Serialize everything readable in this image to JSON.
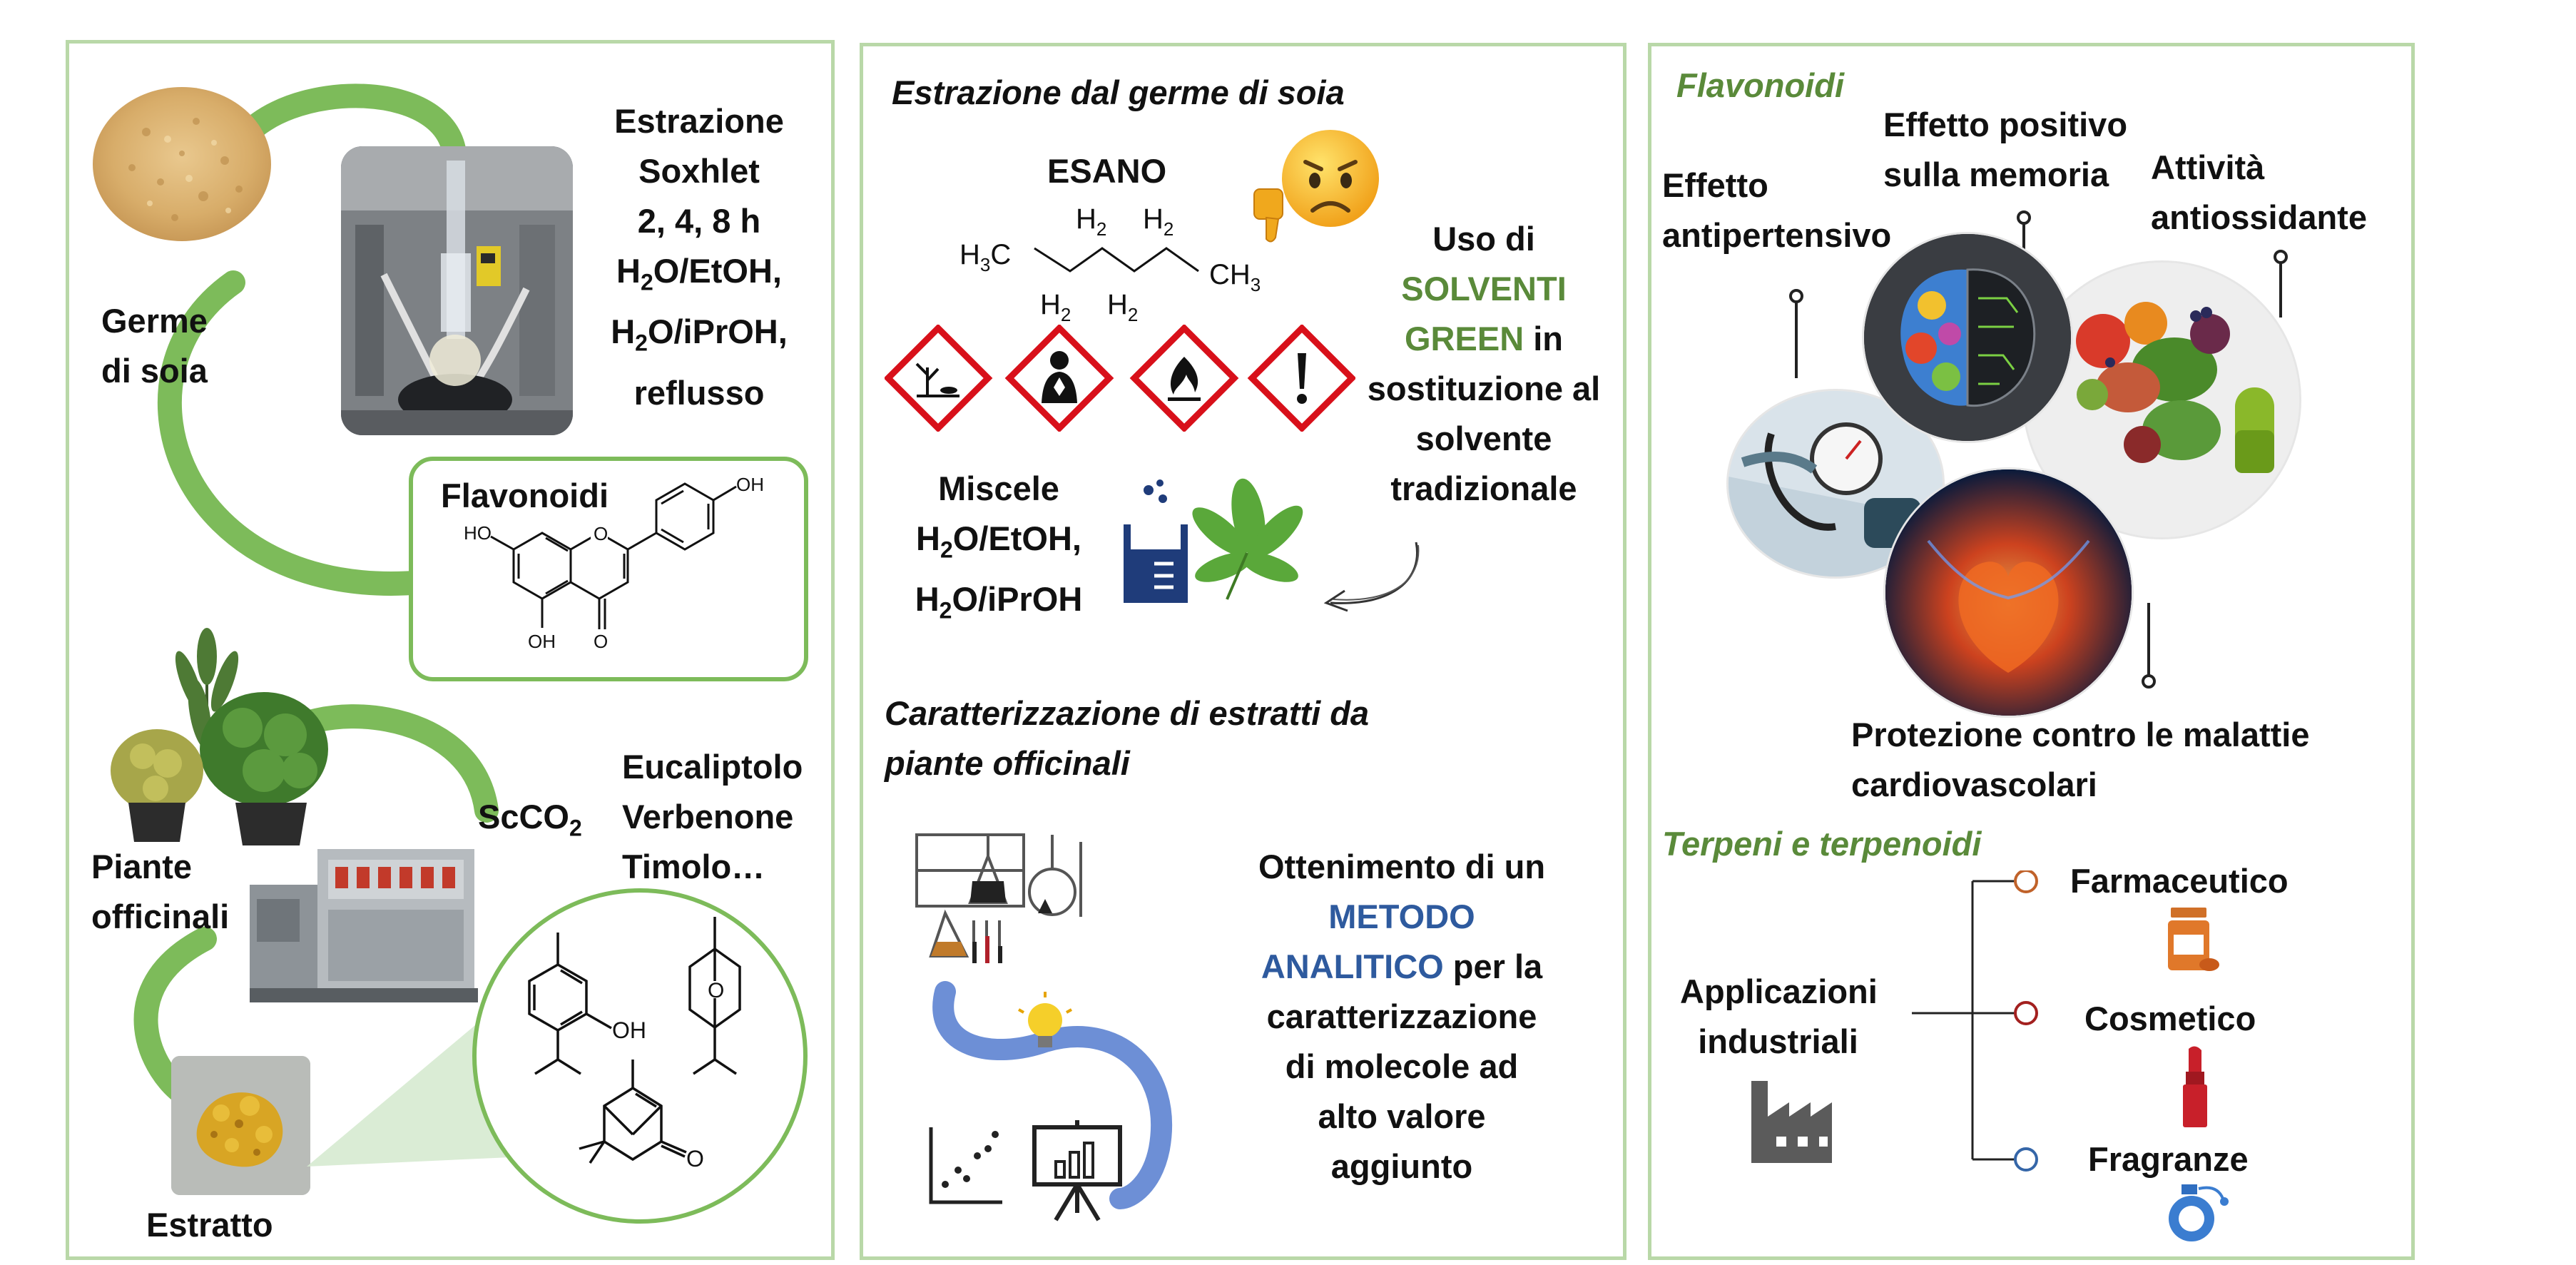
{
  "panel1": {
    "extraction": [
      "Estrazione",
      "Soxhlet",
      "2, 4, 8 h"
    ],
    "solvents": [
      {
        "pre": "H",
        "sub": "2",
        "post": "O/EtOH,"
      },
      {
        "pre": "H",
        "sub": "2",
        "post": "O/iPrOH,"
      }
    ],
    "reflux": "reflusso",
    "germ": [
      "Germe",
      "di soia"
    ],
    "flavonoids_title": "Flavonoidi",
    "flavone_labels": {
      "oh_top": "OH",
      "oh_left": "HO",
      "oh_bottom": "OH",
      "o_bottom": "O"
    },
    "scco2": {
      "pre": "ScCO",
      "sub": "2"
    },
    "compounds": [
      "Eucaliptolo",
      "Verbenone",
      "Timolo…"
    ],
    "plants": [
      "Piante",
      "officinali"
    ],
    "extract": "Estratto",
    "struct_labels": {
      "oh": "OH",
      "o_bridge": "O",
      "o_ketone": "O"
    }
  },
  "panel2": {
    "title": "Estrazione dal germe di soia",
    "hexane": "ESANO",
    "hexane_formula": {
      "h3c": "H3C",
      "ch3": "CH3",
      "h2": "H2"
    },
    "mixtures_title": "Miscele",
    "mixtures": [
      {
        "pre": "H",
        "sub": "2",
        "post": "O/EtOH,"
      },
      {
        "pre": "H",
        "sub": "2",
        "post": "O/iPrOH"
      }
    ],
    "green_solvents": {
      "line1": "Uso di",
      "green1": "SOLVENTI",
      "green2": "GREEN",
      "rest": "in",
      "line4": "sostituzione al",
      "line5": "solvente",
      "line6": "tradizionale"
    },
    "characterization_title": [
      "Caratterizzazione di estratti da",
      "piante officinali"
    ],
    "method": {
      "line1": "Ottenimento di un",
      "blue1": "METODO",
      "blue2": "ANALITICO",
      "rest": "per la",
      "line4": "caratterizzazione",
      "line5": "di molecole ad",
      "line6": "alto valore",
      "line7": "aggiunto"
    }
  },
  "panel3": {
    "flavonoids_title": "Flavonoidi",
    "effects": {
      "antihypertensive": [
        "Effetto",
        "antipertensivo"
      ],
      "memory": [
        "Effetto positivo",
        "sulla memoria"
      ],
      "antioxidant": [
        "Attività",
        "antiossidante"
      ],
      "cardio": [
        "Protezione contro le malattie",
        "cardiovascolari"
      ]
    },
    "terpenes_title": "Terpeni e terpenoidi",
    "applications": [
      "Applicazioni",
      "industriali"
    ],
    "branches": [
      "Farmaceutico",
      "Cosmetico",
      "Fragranze"
    ]
  },
  "colors": {
    "panel_border": "#b9d8a8",
    "arc_green": "#7dbb5a",
    "title_green": "#5a8a3a",
    "method_blue": "#2e5a9e",
    "ghs_red": "#d8101a",
    "branch_orange": "#c0622a",
    "branch_red": "#a3201f",
    "branch_blue": "#3566a8"
  }
}
